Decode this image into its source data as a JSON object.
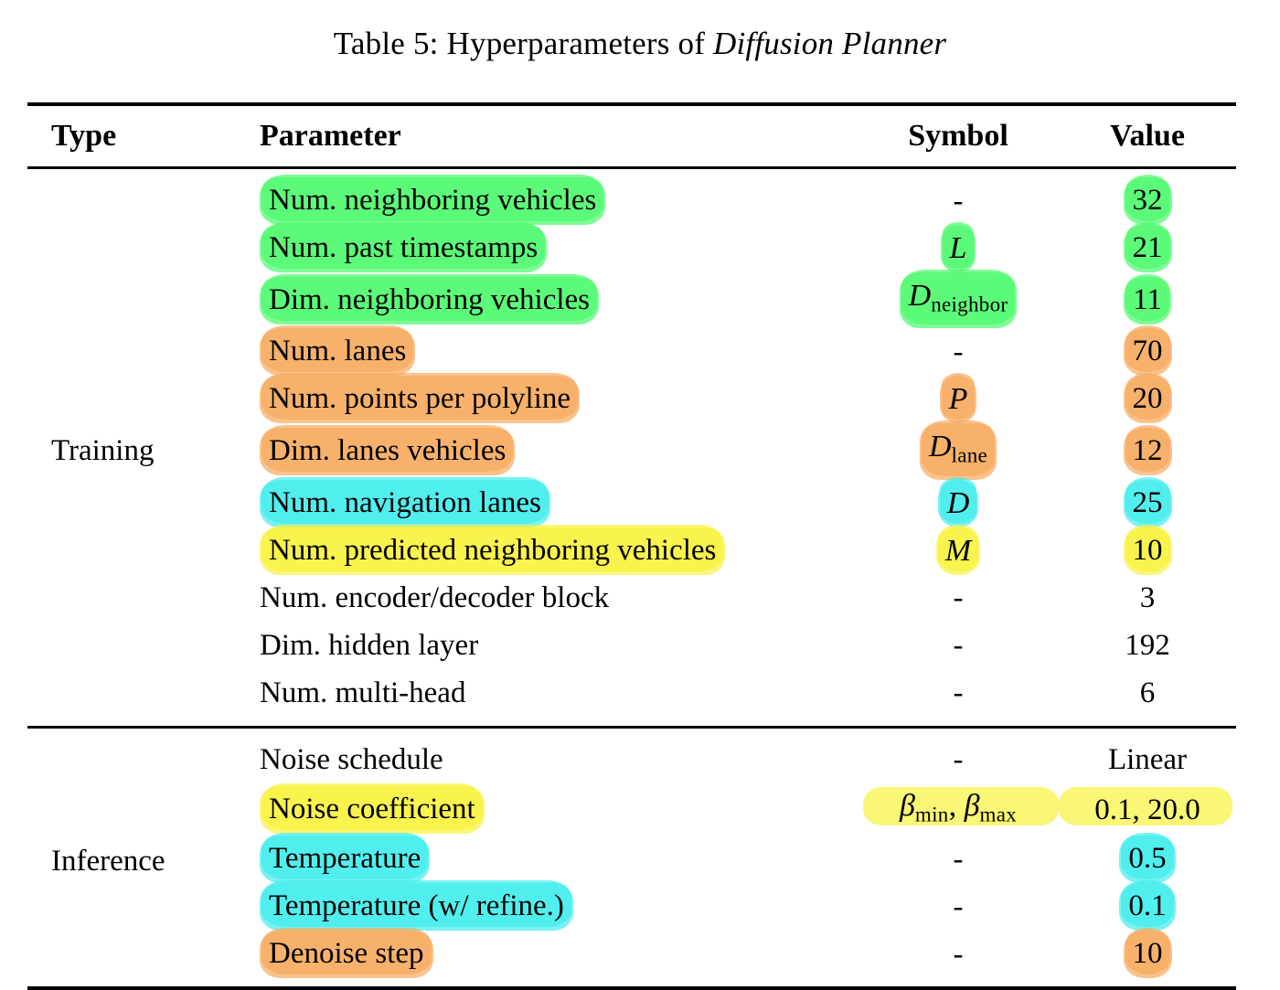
{
  "caption": {
    "prefix": "Table 5:",
    "text_before_italic": " Hyperparameters of ",
    "italic": "Diffusion Planner"
  },
  "headers": {
    "type": "Type",
    "parameter": "Parameter",
    "symbol": "Symbol",
    "value": "Value"
  },
  "colors": {
    "green": "#4dfa6e",
    "orange": "#f6aa5c",
    "cyan": "#40ecec",
    "yellow": "#f8f23c",
    "text": "#000000",
    "rule": "#000000"
  },
  "sections": [
    {
      "type": "Training",
      "rows": [
        {
          "parameter": "Num. neighboring vehicles",
          "param_hl": "green",
          "symbol": "-",
          "symbol_kind": "dash",
          "symbol_hl": "none",
          "value": "32",
          "value_hl": "green"
        },
        {
          "parameter": "Num. past timestamps",
          "param_hl": "green",
          "symbol": "L",
          "symbol_kind": "math",
          "symbol_hl": "green",
          "value": "21",
          "value_hl": "green"
        },
        {
          "parameter": "Dim. neighboring vehicles",
          "param_hl": "green",
          "symbol": "D",
          "symbol_sub": "neighbor",
          "symbol_kind": "math-sub",
          "symbol_hl": "green",
          "value": "11",
          "value_hl": "green"
        },
        {
          "parameter": "Num. lanes",
          "param_hl": "orange",
          "symbol": "-",
          "symbol_kind": "dash",
          "symbol_hl": "none",
          "value": "70",
          "value_hl": "orange"
        },
        {
          "parameter": "Num. points per polyline",
          "param_hl": "orange",
          "symbol": "P",
          "symbol_kind": "math",
          "symbol_hl": "orange",
          "value": "20",
          "value_hl": "orange"
        },
        {
          "parameter": "Dim. lanes vehicles",
          "param_hl": "orange",
          "symbol": "D",
          "symbol_sub": "lane",
          "symbol_kind": "math-sub",
          "symbol_hl": "orange",
          "value": "12",
          "value_hl": "orange"
        },
        {
          "parameter": "Num. navigation lanes",
          "param_hl": "cyan",
          "symbol": "D",
          "symbol_kind": "math",
          "symbol_hl": "cyan",
          "value": "25",
          "value_hl": "cyan"
        },
        {
          "parameter": "Num. predicted neighboring vehicles",
          "param_hl": "yellow",
          "symbol": "M",
          "symbol_kind": "math",
          "symbol_hl": "yellow",
          "value": "10",
          "value_hl": "yellow"
        },
        {
          "parameter": "Num. encoder/decoder block",
          "param_hl": "none",
          "symbol": "-",
          "symbol_kind": "dash",
          "symbol_hl": "none",
          "value": "3",
          "value_hl": "none"
        },
        {
          "parameter": "Dim. hidden layer",
          "param_hl": "none",
          "symbol": "-",
          "symbol_kind": "dash",
          "symbol_hl": "none",
          "value": "192",
          "value_hl": "none"
        },
        {
          "parameter": "Num. multi-head",
          "param_hl": "none",
          "symbol": "-",
          "symbol_kind": "dash",
          "symbol_hl": "none",
          "value": "6",
          "value_hl": "none"
        }
      ]
    },
    {
      "type": "Inference",
      "rows": [
        {
          "parameter": "Noise schedule",
          "param_hl": "none",
          "symbol": "-",
          "symbol_kind": "dash",
          "symbol_hl": "none",
          "value": "Linear",
          "value_hl": "none"
        },
        {
          "parameter": "Noise coefficient",
          "param_hl": "yellow",
          "symbol": "βmin, βmax",
          "symbol_kind": "beta-pair",
          "symbol_sub_min": "min",
          "symbol_sub_max": "max",
          "symbol_hl": "yellow-band",
          "value": "0.1, 20.0",
          "value_hl": "yellow-band"
        },
        {
          "parameter": "Temperature",
          "param_hl": "cyan",
          "symbol": "-",
          "symbol_kind": "dash",
          "symbol_hl": "none",
          "value": "0.5",
          "value_hl": "cyan"
        },
        {
          "parameter": "Temperature (w/ refine.)",
          "param_hl": "cyan",
          "symbol": "-",
          "symbol_kind": "dash",
          "symbol_hl": "none",
          "value": "0.1",
          "value_hl": "cyan"
        },
        {
          "parameter": "Denoise step",
          "param_hl": "orange",
          "symbol": "-",
          "symbol_kind": "dash",
          "symbol_hl": "none",
          "value": "10",
          "value_hl": "orange"
        }
      ]
    }
  ]
}
